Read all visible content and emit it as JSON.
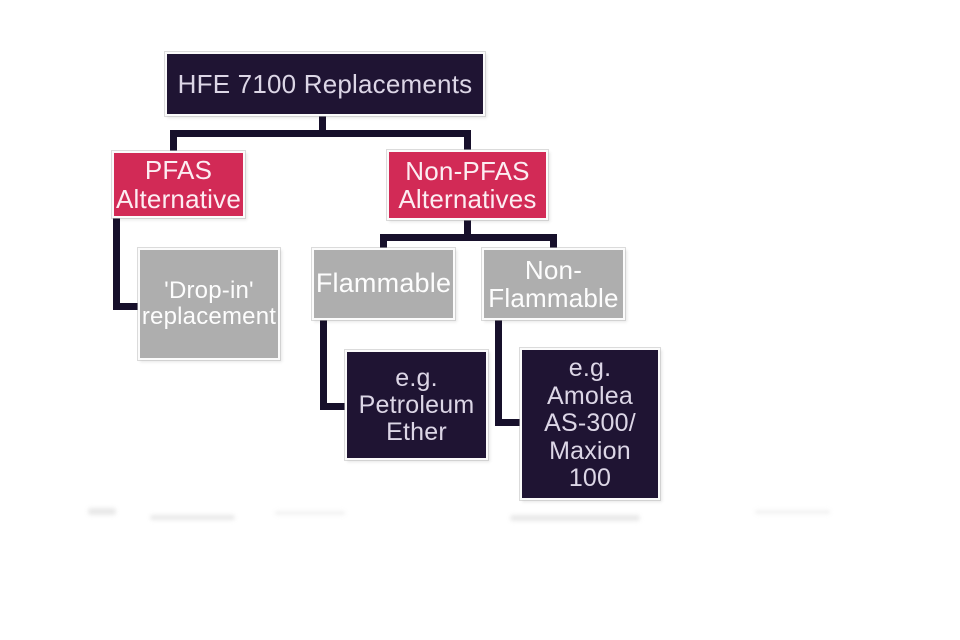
{
  "diagram": {
    "type": "flowchart",
    "background": "#ffffff",
    "colors": {
      "dark_node": "#1f1433",
      "accent_node": "#d22a56",
      "gray_node": "#aeaeae",
      "connector": "#17102b",
      "node_border": "#fbfbfb"
    },
    "nodes": {
      "root": {
        "label": "HFE 7100 Replacements"
      },
      "pfas": {
        "label": "PFAS\nAlternative"
      },
      "nonpfas": {
        "label": "Non-PFAS\nAlternatives"
      },
      "dropin": {
        "label": "'Drop-in'\nreplacement"
      },
      "flammable": {
        "label": "Flammable"
      },
      "nonflammable": {
        "label": "Non-\nFlammable"
      },
      "petroleum": {
        "label": "e.g.\nPetroleum\nEther"
      },
      "amolea": {
        "label": "e.g.\nAmolea\nAS-300/\nMaxion\n100"
      }
    },
    "edges": [
      {
        "from": "root",
        "to": "pfas"
      },
      {
        "from": "root",
        "to": "nonpfas"
      },
      {
        "from": "pfas",
        "to": "dropin"
      },
      {
        "from": "nonpfas",
        "to": "flammable"
      },
      {
        "from": "nonpfas",
        "to": "nonflammable"
      },
      {
        "from": "flammable",
        "to": "petroleum"
      },
      {
        "from": "nonflammable",
        "to": "amolea"
      }
    ]
  }
}
